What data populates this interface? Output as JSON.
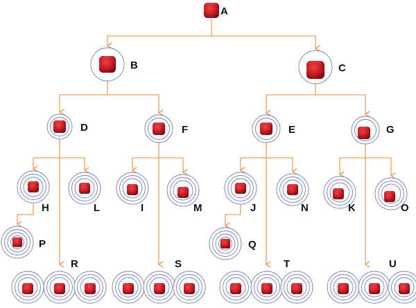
{
  "title": "Hierarchical tree of nodes A–U",
  "colors": {
    "connector": "#f09a5a",
    "ring": "#5a6aa8",
    "cube_light": "#e8343a",
    "cube_mid": "#c81e26",
    "cube_dark": "#8e0e14",
    "label": "#111111"
  },
  "nodes": [
    {
      "id": "A",
      "label": "A",
      "rings": 0,
      "parent": null
    },
    {
      "id": "B",
      "label": "B",
      "rings": 1,
      "parent": "A"
    },
    {
      "id": "C",
      "label": "C",
      "rings": 1,
      "parent": "A"
    },
    {
      "id": "D",
      "label": "D",
      "rings": 2,
      "parent": "B"
    },
    {
      "id": "F",
      "label": "F",
      "rings": 2,
      "parent": "B"
    },
    {
      "id": "E",
      "label": "E",
      "rings": 2,
      "parent": "C"
    },
    {
      "id": "G",
      "label": "G",
      "rings": 2,
      "parent": "C"
    },
    {
      "id": "H",
      "label": "H",
      "rings": 3,
      "parent": "D"
    },
    {
      "id": "L",
      "label": "L",
      "rings": 3,
      "parent": "D"
    },
    {
      "id": "I",
      "label": "I",
      "rings": 3,
      "parent": "F"
    },
    {
      "id": "M",
      "label": "M",
      "rings": 3,
      "parent": "F"
    },
    {
      "id": "J",
      "label": "J",
      "rings": 3,
      "parent": "E"
    },
    {
      "id": "N",
      "label": "N",
      "rings": 3,
      "parent": "E"
    },
    {
      "id": "K",
      "label": "K",
      "rings": 3,
      "parent": "G"
    },
    {
      "id": "O",
      "label": "O",
      "rings": 3,
      "parent": "G"
    },
    {
      "id": "P",
      "label": "P",
      "rings": 4,
      "parent": "H"
    },
    {
      "id": "Q",
      "label": "Q",
      "rings": 4,
      "parent": "J"
    },
    {
      "id": "R",
      "label": "R",
      "rings": 3,
      "parent": "D",
      "group_size": 3
    },
    {
      "id": "S",
      "label": "S",
      "rings": 3,
      "parent": "F",
      "group_size": 3
    },
    {
      "id": "T",
      "label": "T",
      "rings": 3,
      "parent": "E",
      "group_size": 3
    },
    {
      "id": "U",
      "label": "U",
      "rings": 3,
      "parent": "G",
      "group_size": 3
    }
  ]
}
